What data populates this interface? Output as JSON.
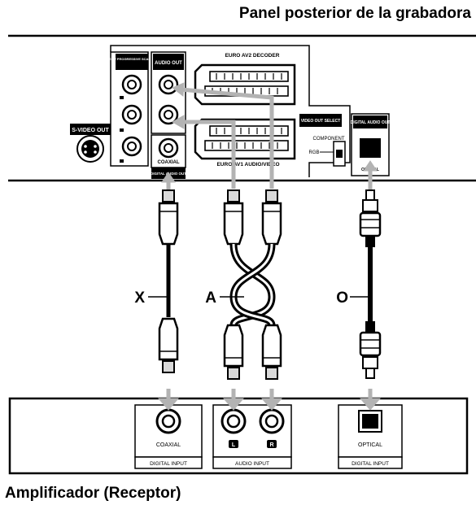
{
  "title_top": "Panel posterior de la grabadora",
  "title_bottom": "Amplificador (Receptor)",
  "recorder_panel": {
    "svideo_label": "S-VIDEO OUT",
    "component_label": "COMPONENT/ PROGRESSIVE SCAN VIDEO OUT",
    "audio_out_label": "AUDIO OUT",
    "coaxial_label": "COAXIAL",
    "digital_audio_out_bottom": "DIGITAL AUDIO OUT",
    "euro_av2_label": "EURO AV2 DECODER",
    "euro_av1_label": "EURO AV1 AUDIO/VIDEO",
    "video_out_select_label": "VIDEO OUT SELECT",
    "component_switch_label": "COMPONENT",
    "rgb_label": "RGB",
    "digital_audio_out_label": "DIGITAL AUDIO OUT",
    "optical_label": "OPTICAL"
  },
  "cables": {
    "x_label": "X",
    "a_label": "A",
    "o_label": "O"
  },
  "amplifier": {
    "coaxial_label": "COAXIAL",
    "digital_input_label_1": "DIGITAL INPUT",
    "left_badge": "L",
    "right_badge": "R",
    "audio_input_label": "AUDIO INPUT",
    "optical_label": "OPTICAL",
    "digital_input_label_2": "DIGITAL INPUT"
  },
  "colors": {
    "ink": "#000000",
    "arrow_gray": "#b3b3b3",
    "cable_gray": "#d9d9d9"
  }
}
